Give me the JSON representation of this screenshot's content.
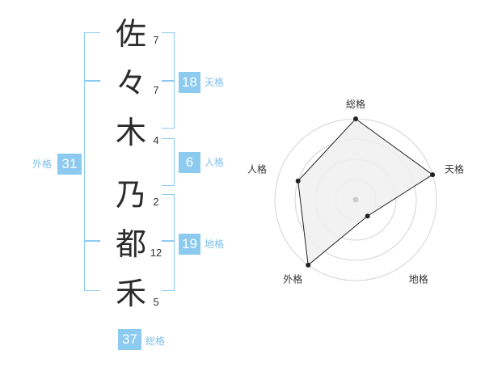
{
  "name": {
    "characters": [
      {
        "char": "佐",
        "strokes": "7"
      },
      {
        "char": "々",
        "strokes": "7"
      },
      {
        "char": "木",
        "strokes": "4"
      },
      {
        "char": "乃",
        "strokes": "2"
      },
      {
        "char": "都",
        "strokes": "12"
      },
      {
        "char": "禾",
        "strokes": "5"
      }
    ]
  },
  "kakusu": {
    "tenkaku": {
      "value": "18",
      "label": "天格"
    },
    "jinkaku": {
      "value": "6",
      "label": "人格"
    },
    "chikaku": {
      "value": "19",
      "label": "地格"
    },
    "gaikaku": {
      "value": "31",
      "label": "外格"
    },
    "soukaku": {
      "value": "37",
      "label": "総格"
    }
  },
  "radar": {
    "axes": [
      "総格",
      "天格",
      "地格",
      "外格",
      "人格"
    ],
    "scores": [
      4,
      4,
      1,
      4,
      3
    ],
    "max": 4,
    "rings": 4,
    "colors": {
      "fill": "#f0f0f0",
      "stroke": "#222222",
      "grid": "#d4d4d4",
      "center": "#cccccc"
    }
  },
  "colors": {
    "accent": "#8ccaf0",
    "accent_text": "#7ec0ea"
  }
}
